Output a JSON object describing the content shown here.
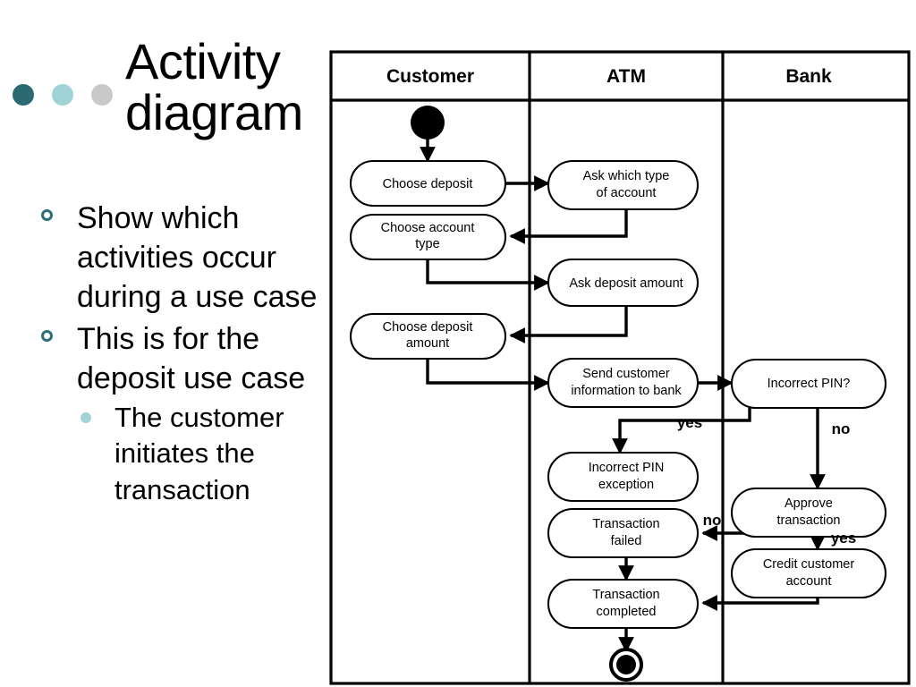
{
  "slide": {
    "title": "Activity diagram",
    "deco_dots": [
      {
        "name": "dot-dark",
        "color": "#2b6a70"
      },
      {
        "name": "dot-light",
        "color": "#9fd3d6"
      },
      {
        "name": "dot-gray",
        "color": "#c9c9c9"
      }
    ],
    "bullets": [
      {
        "level": 1,
        "text": "Show which activities occur during a use case"
      },
      {
        "level": 1,
        "text": "This is for the deposit use case"
      },
      {
        "level": 2,
        "text": "The customer initiates the transaction"
      }
    ],
    "bullet_colors": {
      "level1_marker": "#2b7077",
      "level2_marker": "#9fd3d6"
    }
  },
  "chart_data": {
    "type": "diagram",
    "diagram_kind": "uml-activity-diagram-swimlanes",
    "title": "Activity diagram",
    "lanes": [
      {
        "id": "customer",
        "label": "Customer"
      },
      {
        "id": "atm",
        "label": "ATM"
      },
      {
        "id": "bank",
        "label": "Bank"
      }
    ],
    "nodes": [
      {
        "id": "start",
        "lane": "customer",
        "kind": "initial-node",
        "label": ""
      },
      {
        "id": "choose_deposit",
        "lane": "customer",
        "kind": "action",
        "label": "Choose deposit"
      },
      {
        "id": "choose_account",
        "lane": "customer",
        "kind": "action",
        "label": "Choose account type"
      },
      {
        "id": "choose_amount",
        "lane": "customer",
        "kind": "action",
        "label": "Choose deposit amount"
      },
      {
        "id": "ask_type",
        "lane": "atm",
        "kind": "action",
        "label": "Ask which type of account"
      },
      {
        "id": "ask_amount",
        "lane": "atm",
        "kind": "action",
        "label": "Ask deposit amount"
      },
      {
        "id": "send_info",
        "lane": "atm",
        "kind": "action",
        "label": "Send customer information to bank"
      },
      {
        "id": "pin_exception",
        "lane": "atm",
        "kind": "action",
        "label": "Incorrect PIN exception"
      },
      {
        "id": "tx_failed",
        "lane": "atm",
        "kind": "action",
        "label": "Transaction failed"
      },
      {
        "id": "tx_completed",
        "lane": "atm",
        "kind": "action",
        "label": "Transaction completed"
      },
      {
        "id": "end",
        "lane": "atm",
        "kind": "final-node",
        "label": ""
      },
      {
        "id": "incorrect_pin",
        "lane": "bank",
        "kind": "decision-action",
        "label": "Incorrect PIN?"
      },
      {
        "id": "approve_tx",
        "lane": "bank",
        "kind": "decision-action",
        "label": "Approve transaction"
      },
      {
        "id": "credit_account",
        "lane": "bank",
        "kind": "action",
        "label": "Credit customer account"
      }
    ],
    "edges": [
      {
        "from": "start",
        "to": "choose_deposit",
        "label": ""
      },
      {
        "from": "choose_deposit",
        "to": "ask_type",
        "label": ""
      },
      {
        "from": "ask_type",
        "to": "choose_account",
        "label": ""
      },
      {
        "from": "choose_account",
        "to": "ask_amount",
        "label": ""
      },
      {
        "from": "ask_amount",
        "to": "choose_amount",
        "label": ""
      },
      {
        "from": "choose_amount",
        "to": "send_info",
        "label": ""
      },
      {
        "from": "send_info",
        "to": "incorrect_pin",
        "label": ""
      },
      {
        "from": "incorrect_pin",
        "to": "pin_exception",
        "label": "yes"
      },
      {
        "from": "incorrect_pin",
        "to": "approve_tx",
        "label": "no"
      },
      {
        "from": "approve_tx",
        "to": "tx_failed",
        "label": "no"
      },
      {
        "from": "approve_tx",
        "to": "credit_account",
        "label": "yes"
      },
      {
        "from": "tx_failed",
        "to": "tx_completed",
        "label": ""
      },
      {
        "from": "credit_account",
        "to": "tx_completed",
        "label": ""
      },
      {
        "from": "tx_completed",
        "to": "end",
        "label": ""
      }
    ],
    "edge_labels": [
      {
        "id": "lbl_yes_pin",
        "text": "yes"
      },
      {
        "id": "lbl_no_pin",
        "text": "no"
      },
      {
        "id": "lbl_no_approve",
        "text": "no"
      },
      {
        "id": "lbl_yes_approve",
        "text": "yes"
      }
    ],
    "node_labels": {
      "choose_deposit_l1": "Choose deposit",
      "choose_account_l1": "Choose account",
      "choose_account_l2": "type",
      "choose_amount_l1": "Choose deposit",
      "choose_amount_l2": "amount",
      "ask_type_l1": "Ask which type",
      "ask_type_l2": "of account",
      "ask_amount_l1": "Ask deposit amount",
      "send_info_l1": "Send customer",
      "send_info_l2": "information to bank",
      "pin_exception_l1": "Incorrect PIN",
      "pin_exception_l2": "exception",
      "tx_failed_l1": "Transaction",
      "tx_failed_l2": "failed",
      "tx_completed_l1": "Transaction",
      "tx_completed_l2": "completed",
      "incorrect_pin_l1": "Incorrect PIN?",
      "approve_tx_l1": "Approve",
      "approve_tx_l2": "transaction",
      "credit_account_l1": "Credit customer",
      "credit_account_l2": "account"
    },
    "colors": {
      "stroke": "#000000",
      "fill": "#ffffff",
      "background": "#ffffff"
    }
  }
}
